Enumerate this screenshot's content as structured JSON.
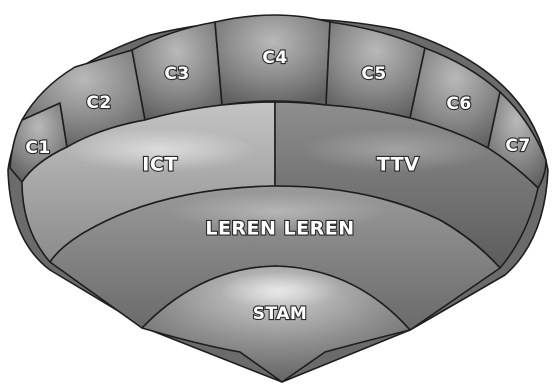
{
  "diagram": {
    "segments": {
      "c1": "C1",
      "c2": "C2",
      "c3": "C3",
      "c4": "C4",
      "c5": "C5",
      "c6": "C6",
      "c7": "C7",
      "ict": "ICT",
      "ttv": "TTV",
      "leren": "LEREN LEREN",
      "stam": "STAM"
    },
    "colors": {
      "background": "#ffffff",
      "outline": "#1e1e1e",
      "c_segments": "#7d7d7d",
      "ict": "#9a9a9a",
      "ttv": "#6f6f6f",
      "leren": "#7e7e7e",
      "stam": "#8a8a8a",
      "label_fill": "#ffffff",
      "label_stroke": "#2a2a2a"
    }
  }
}
